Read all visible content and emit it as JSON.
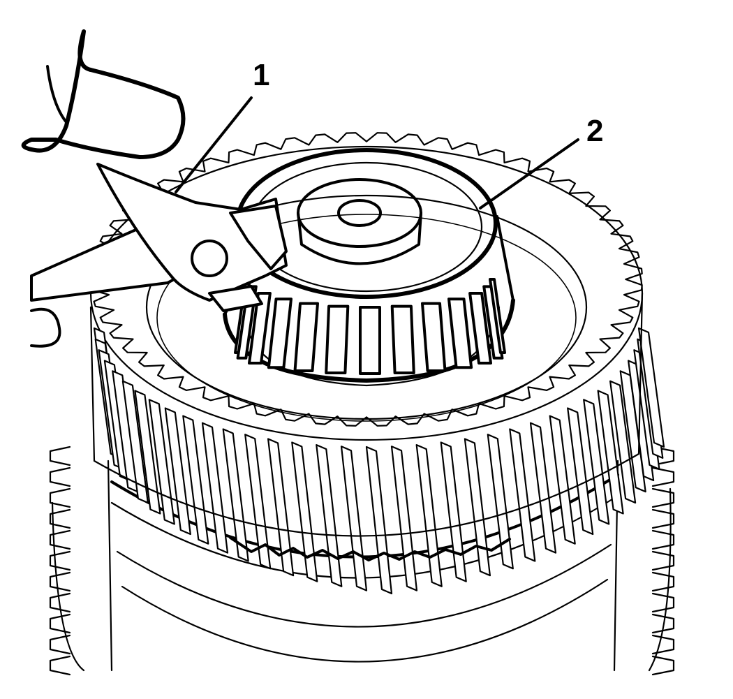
{
  "figure": {
    "callouts": [
      {
        "id": "1",
        "label": "1"
      },
      {
        "id": "2",
        "label": "2"
      }
    ],
    "colors": {
      "ink": "#000000",
      "paper": "#ffffff"
    },
    "icons": [
      "snap-ring-pliers-icon",
      "tapered-roller-bearing-icon",
      "helical-gear-icon"
    ]
  }
}
